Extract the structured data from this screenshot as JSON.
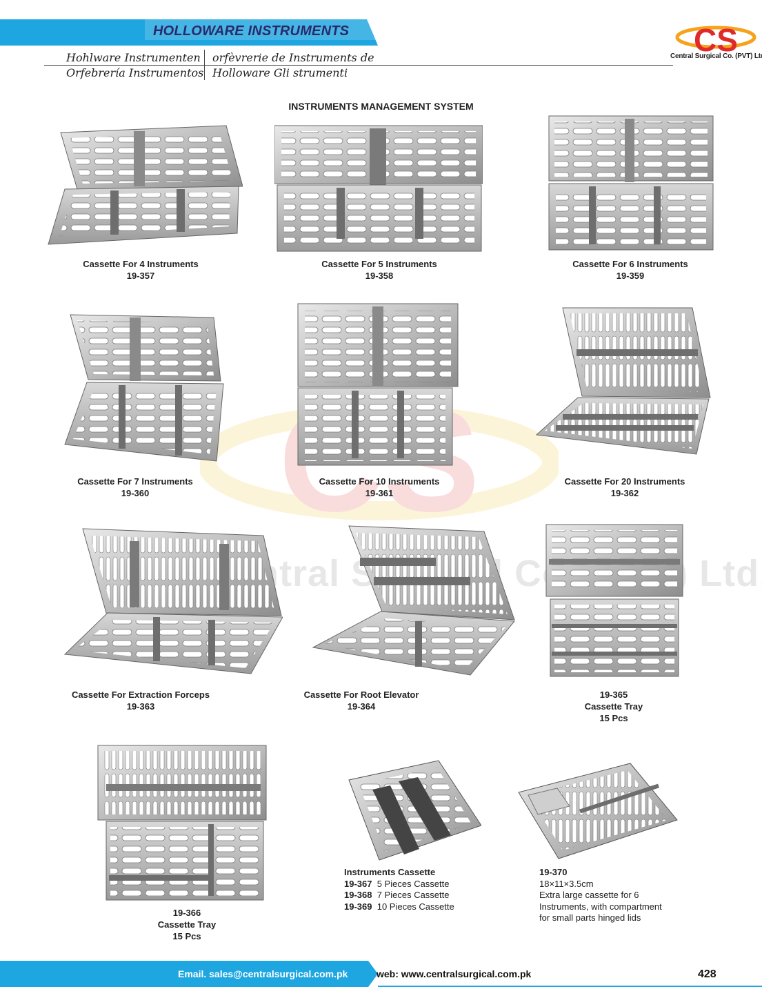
{
  "header": {
    "banner_title": "HOLLOWARE INSTRUMENTS",
    "lang_1": "Hohlware Instrumenten",
    "lang_2": "orfèvrerie de Instruments de",
    "lang_3": "Orfebrería Instrumentos",
    "lang_4": "Holloware Gli strumenti",
    "logo_letters": "CS",
    "logo_company": "Central Surgical Co. (PVT) Ltd.,"
  },
  "section_title": "INSTRUMENTS MANAGEMENT SYSTEM",
  "products": [
    {
      "name": "Cassette For 4 Instruments",
      "code": "19-357"
    },
    {
      "name": "Cassette For 5 Instruments",
      "code": "19-358"
    },
    {
      "name": "Cassette For 6 Instruments",
      "code": "19-359"
    },
    {
      "name": "Cassette For 7 Instruments",
      "code": "19-360"
    },
    {
      "name": "Cassette For 10 Instruments",
      "code": "19-361"
    },
    {
      "name": "Cassette For 20 Instruments",
      "code": "19-362"
    },
    {
      "name": "Cassette For Extraction Forceps",
      "code": "19-363"
    },
    {
      "name": "Cassette For Root Elevator",
      "code": "19-364"
    },
    {
      "code": "19-365",
      "name": "Cassette Tray",
      "qty": "15 Pcs"
    },
    {
      "code": "19-366",
      "name": "Cassette Tray",
      "qty": "15 Pcs"
    }
  ],
  "instruments_cassette": {
    "title": "Instruments Cassette",
    "items": [
      {
        "code": "19-367",
        "text": "5 Pieces Cassette"
      },
      {
        "code": "19-368",
        "text": "7 Pieces Cassette"
      },
      {
        "code": "19-369",
        "text": "10 Pieces Cassette"
      }
    ]
  },
  "large_cassette": {
    "code": "19-370",
    "size": "18×11×3.5cm",
    "line1": "Extra large cassette for 6",
    "line2": "Instruments, with compartment",
    "line3": "for small parts hinged lids"
  },
  "watermark": {
    "letters": "CS",
    "text": "Central Surgical Co. (PVT) Ltd."
  },
  "footer": {
    "email": "Email. sales@centralsurgical.com.pk",
    "web": "web: www.centralsurgical.com.pk",
    "page": "428"
  },
  "colors": {
    "banner": "#1ea6e0",
    "logo_red": "#e02a2a",
    "logo_orange": "#f6a21b",
    "footer": "#1ea6e0"
  }
}
